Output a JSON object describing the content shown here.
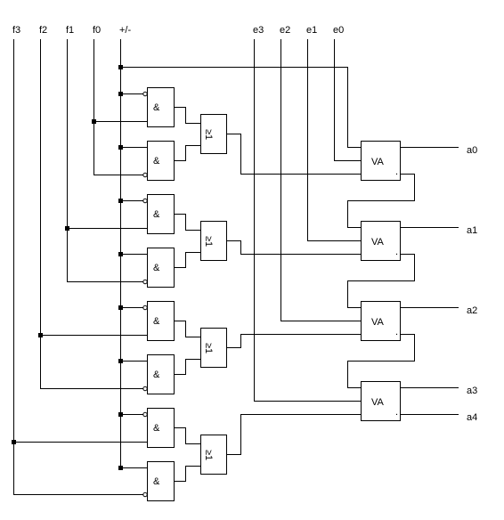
{
  "inputs": {
    "f3": "f3",
    "f2": "f2",
    "f1": "f1",
    "f0": "f0",
    "sign": "+/-",
    "e3": "e3",
    "e2": "e2",
    "e1": "e1",
    "e0": "e0"
  },
  "gates": {
    "and_symbol": "&",
    "or_symbol": "≥1",
    "adder_label": "VA",
    "adder_dot": "."
  },
  "outputs": [
    "a0",
    "a1",
    "a2",
    "a3",
    "a4"
  ]
}
